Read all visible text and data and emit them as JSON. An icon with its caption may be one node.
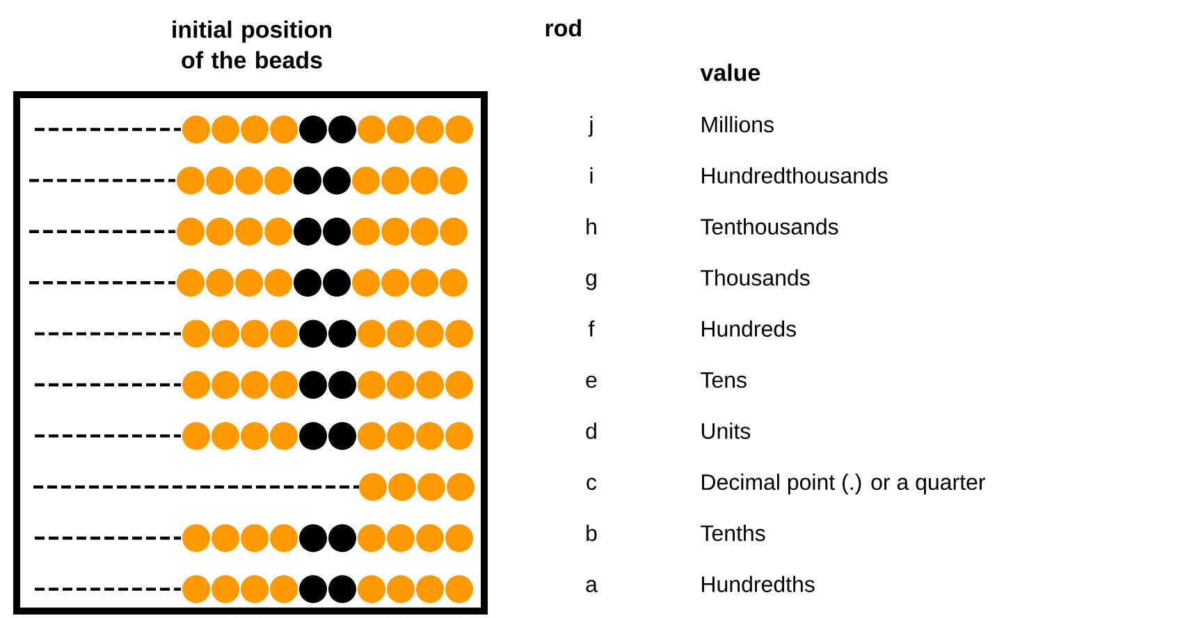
{
  "diagram": {
    "labels": [
      "initial position of the beads",
      "rod",
      "value",
      "j",
      "Millions",
      "i",
      "Hundredthousands",
      "h",
      "Tenthousands",
      "g",
      "Thousands",
      "f",
      "Hundreds",
      "e",
      "Tens",
      "d",
      "Units",
      "c",
      "Decimal point (.) or a quarter",
      "b",
      "Tenths",
      "a",
      "Hundredths"
    ]
  }
}
